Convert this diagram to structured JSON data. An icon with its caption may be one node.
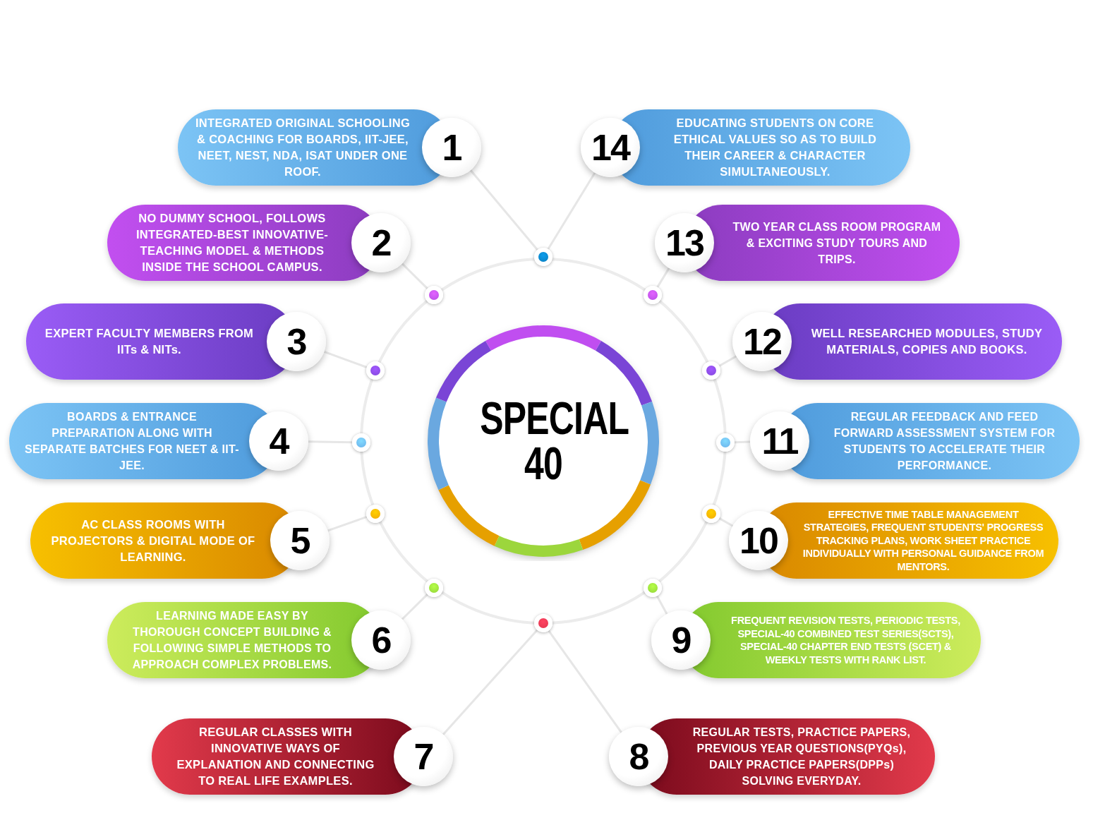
{
  "diagram": {
    "nodes": [
      {
        "text": [
          "SPECIAL 40"
        ]
      },
      {
        "text": [
          "INTEGRATED ORIGINAL SCHOOLING & COACHING FOR BOARDS, IIT-JEE, NEET, NEST, NDA, ISAT UNDER ONE ROOF.",
          "1"
        ]
      },
      {
        "text": [
          "NO DUMMY SCHOOL, FOLLOWS INTEGRATED-BEST INNOVATIVE-TEACHING MODEL & METHODS INSIDE THE SCHOOL CAMPUS.",
          "2"
        ]
      },
      {
        "text": [
          "EXPERT FACULTY MEMBERS FROM IITs & NITs.",
          "3"
        ]
      },
      {
        "text": [
          "BOARDS & ENTRANCE PREPARATION ALONG WITH SEPARATE BATCHES FOR NEET & IIT-JEE.",
          "4"
        ]
      },
      {
        "text": [
          "AC CLASS ROOMS WITH PROJECTORS & DIGITAL MODE OF LEARNING.",
          "5"
        ]
      },
      {
        "text": [
          "LEARNING MADE EASY BY THOROUGH CONCEPT BUILDING & FOLLOWING SIMPLE METHODS TO APPROACH COMPLEX PROBLEMS.",
          "6"
        ]
      },
      {
        "text": [
          "REGULAR CLASSES WITH INNOVATIVE WAYS OF EXPLANATION AND CONNECTING TO REAL LIFE EXAMPLES.",
          "7"
        ]
      },
      {
        "text": [
          "8",
          "REGULAR TESTS, PRACTICE PAPERS, PREVIOUS YEAR QUESTIONS(PYQs), DAILY PRACTICE PAPERS(DPPs) SOLVING EVERYDAY."
        ]
      },
      {
        "text": [
          "9",
          "FREQUENT REVISION TESTS, PERIODIC TESTS, SPECIAL-40 COMBINED TEST SERIES(SCTS), SPECIAL-40 CHAPTER END TESTS (SCET) & WEEKLY TESTS WITH RANK LIST."
        ]
      },
      {
        "text": [
          "10",
          "EFFECTIVE TIME TABLE MANAGEMENT STRATEGIES, FREQUENT STUDENTS' PROGRESS TRACKING PLANS, WORK SHEET PRACTICE INDIVIDUALLY WITH PERSONAL GUIDANCE FROM MENTORS."
        ]
      },
      {
        "text": [
          "11",
          "REGULAR FEEDBACK AND FEED FORWARD ASSESSMENT SYSTEM FOR STUDENTS TO ACCELERATE THEIR PERFORMANCE."
        ]
      },
      {
        "text": [
          "12",
          "WELL RESEARCHED MODULES, STUDY MATERIALS, COPIES AND BOOKS."
        ]
      },
      {
        "text": [
          "13",
          "TWO YEAR CLASS ROOM PROGRAM & EXCITING STUDY TOURS AND TRIPS."
        ]
      },
      {
        "text": [
          "14",
          "EDUCATING STUDENTS ON CORE ETHICAL VALUES SO AS TO BUILD THEIR CAREER & CHARACTER SIMULTANEOUSLY."
        ]
      },
      {
        "text": [],
        "shape": "circle"
      },
      {
        "text": [],
        "shape": "circle"
      },
      {
        "text": [],
        "shape": "circle"
      },
      {
        "text": [],
        "shape": "circle"
      },
      {
        "text": [],
        "shape": "circle"
      },
      {
        "text": [],
        "shape": "circle"
      },
      {
        "text": [],
        "shape": "circle"
      },
      {
        "text": [],
        "shape": "circle"
      },
      {
        "text": [],
        "shape": "circle"
      },
      {
        "text": [],
        "shape": "circle"
      },
      {
        "text": [],
        "shape": "circle"
      },
      {
        "text": [],
        "shape": "circle"
      }
    ],
    "edges": [
      {
        "from": 15,
        "to": 1,
        "arrow": "none"
      },
      {
        "from": 15,
        "to": 14,
        "arrow": "none"
      },
      {
        "from": 16,
        "to": 2,
        "arrow": "none"
      },
      {
        "from": 17,
        "to": 13,
        "arrow": "none"
      },
      {
        "from": 18,
        "to": 3,
        "arrow": "none"
      },
      {
        "from": 19,
        "to": 12,
        "arrow": "none"
      },
      {
        "from": 20,
        "to": 4,
        "arrow": "none"
      },
      {
        "from": 21,
        "to": 11,
        "arrow": "none"
      },
      {
        "from": 22,
        "to": 5,
        "arrow": "none"
      },
      {
        "from": 23,
        "to": 10,
        "arrow": "none"
      },
      {
        "from": 24,
        "to": 6,
        "arrow": "none"
      },
      {
        "from": 25,
        "to": 9,
        "arrow": "none"
      },
      {
        "from": 26,
        "to": 7,
        "arrow": "none"
      },
      {
        "from": 26,
        "to": 8,
        "arrow": "none"
      }
    ]
  }
}
